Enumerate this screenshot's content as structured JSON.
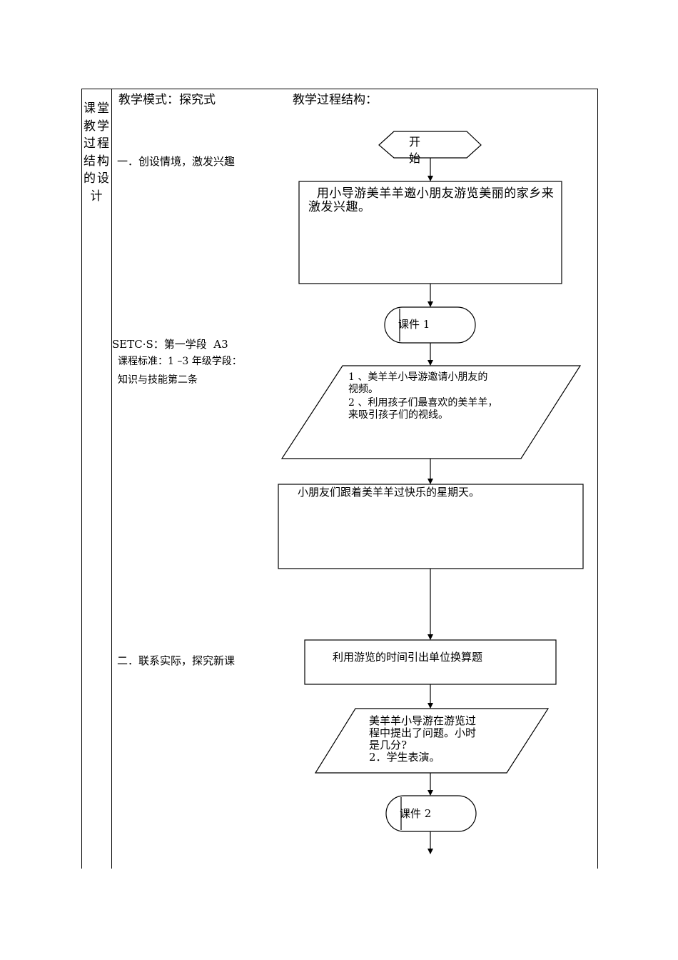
{
  "side_title": "课堂教学过程结构的设计",
  "header": {
    "mode": "教学模式：探究式",
    "structure": "教学过程结构："
  },
  "left_column": {
    "section1": "一．创设情境，激发兴趣",
    "setc": "SETC·S：第一学段  A3",
    "standard": "课程标准：1 –3 年级学段：",
    "skill": "知识与技能第二条",
    "section2": "二．联系实际，探究新课"
  },
  "flow": {
    "start_line1": "开",
    "start_line2": "始",
    "box1": "  用小导游美羊羊邀小朋友游览美丽的家乡来激发兴趣。",
    "courseware1": "课件 1",
    "io1_line1": "1 、美羊羊小导游邀请小朋友的",
    "io1_line2": "视频。",
    "io1_line3": "2 、利用孩子们最喜欢的美羊羊，",
    "io1_line4": "来吸引孩子们的视线。",
    "box2": "小朋友们跟着美羊羊过快乐的星期天。",
    "box3": "利用游览的时间引出单位换算题",
    "io2_line1": "美羊羊小导游在游览过",
    "io2_line2": "程中提出了问题。小时",
    "io2_line3": "是几分?",
    "io2_line4": "2．学生表演。",
    "courseware2": "课件 2"
  }
}
